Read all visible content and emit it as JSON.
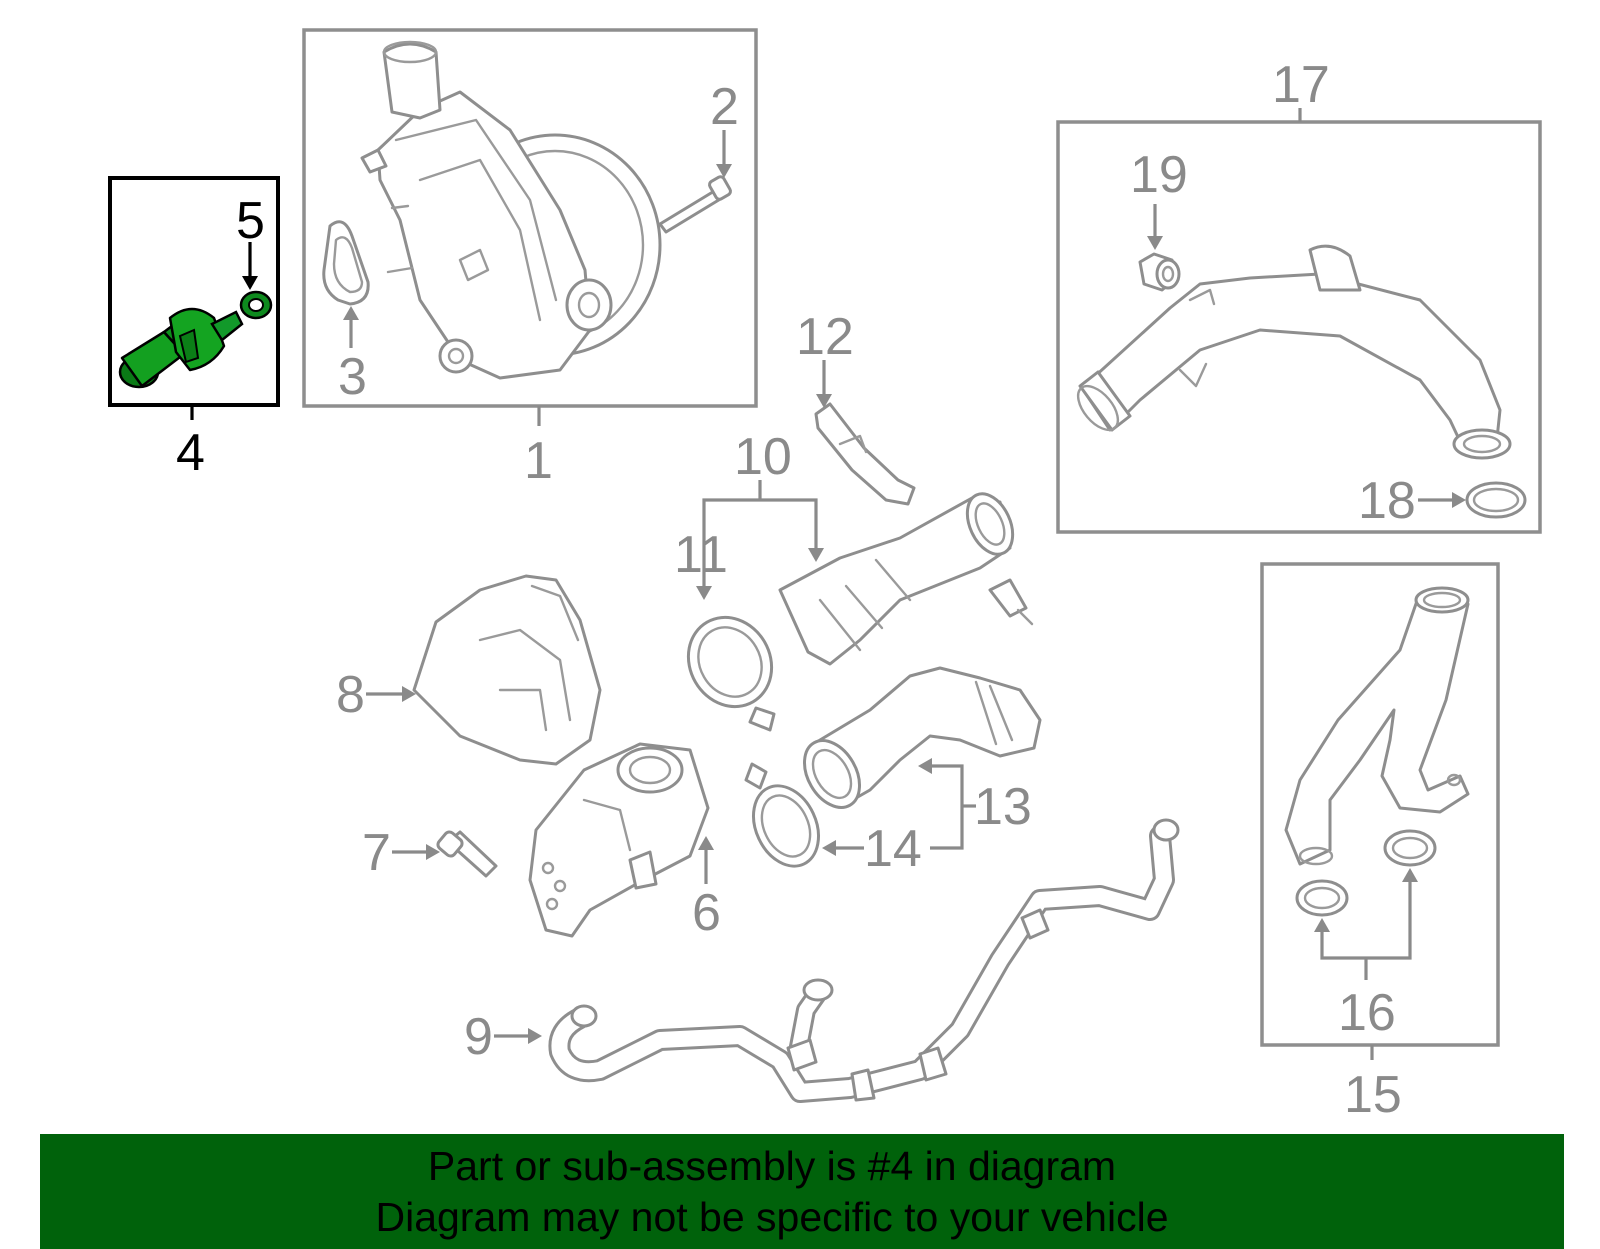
{
  "callouts": {
    "c1": "1",
    "c2": "2",
    "c3": "3",
    "c4": "4",
    "c5": "5",
    "c6": "6",
    "c7": "7",
    "c8": "8",
    "c9": "9",
    "c10": "10",
    "c11": "11",
    "c12": "12",
    "c13": "13",
    "c14": "14",
    "c15": "15",
    "c16": "16",
    "c17": "17",
    "c18": "18",
    "c19": "19"
  },
  "highlight": {
    "part": "4",
    "color": "#0e8a1e",
    "banner_color": "#00620b"
  },
  "banner": {
    "line1": "Part or sub-assembly is #4 in diagram",
    "line2": "Diagram may not be specific to your vehicle"
  }
}
